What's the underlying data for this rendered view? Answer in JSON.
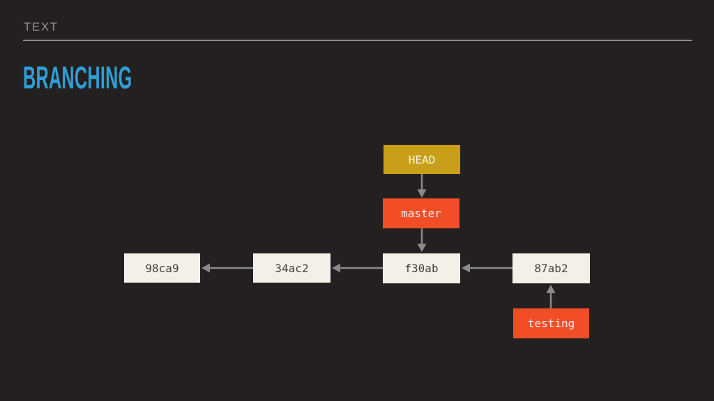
{
  "slide": {
    "kicker": "TEXT",
    "title": "BRANCHING"
  },
  "colors": {
    "background": "#232021",
    "title_blue": "#2e9fd6",
    "kicker_gray": "#8f8f8f",
    "rule_gray": "#8a8a8a",
    "head_gold": "#c99e18",
    "branch_orange": "#f14e28",
    "commit_fill": "#f2f0e9",
    "commit_text": "#443f3c",
    "arrow_gray": "#8a8a8a"
  },
  "diagram": {
    "head": {
      "label": "HEAD"
    },
    "branches": {
      "master": {
        "label": "master"
      },
      "testing": {
        "label": "testing"
      }
    },
    "commits": [
      {
        "id": "98ca9"
      },
      {
        "id": "34ac2"
      },
      {
        "id": "f30ab"
      },
      {
        "id": "87ab2"
      }
    ],
    "edges": [
      "HEAD -> master",
      "master -> f30ab",
      "34ac2 -> 98ca9",
      "f30ab -> 34ac2",
      "87ab2 -> f30ab",
      "testing -> 87ab2"
    ]
  }
}
